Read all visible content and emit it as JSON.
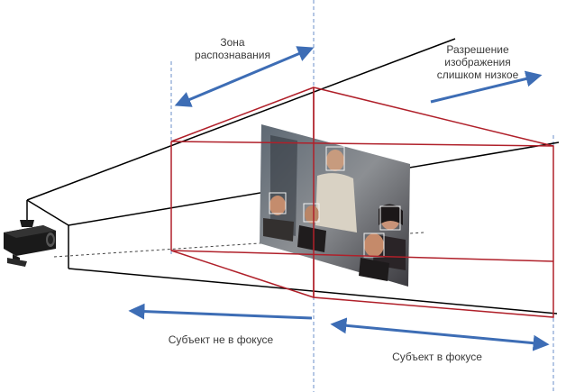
{
  "labels": {
    "recognition_zone": [
      "Зона",
      "распознавания"
    ],
    "resolution_too_low": [
      "Разрешение",
      "изображения",
      "слишком низкое"
    ],
    "subject_out_of_focus": "Субъект не в фокусе",
    "subject_in_focus": "Субъект в фокусе"
  },
  "colors": {
    "frustum_red": "#b0202a",
    "arrow_blue": "#3d6db5",
    "guide_blue": "#6b8fc9",
    "outline_black": "#000000",
    "camera_body": "#1a1a1a"
  }
}
